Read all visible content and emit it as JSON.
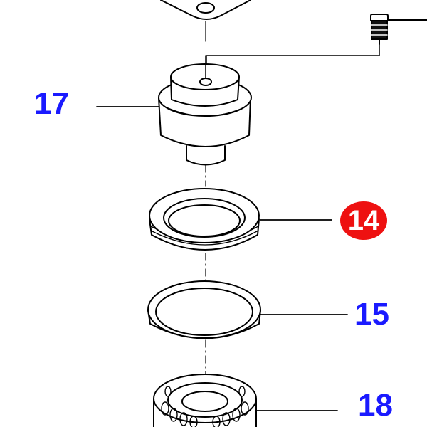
{
  "colors": {
    "callout_text": "#1a1aff",
    "highlight_badge": "#ee1111",
    "line_art": "#000000",
    "background": "#ffffff"
  },
  "callouts": [
    {
      "id": "part-17",
      "label": "17",
      "highlighted": false
    },
    {
      "id": "part-14",
      "label": "14",
      "highlighted": true
    },
    {
      "id": "part-15",
      "label": "15",
      "highlighted": false
    },
    {
      "id": "part-18",
      "label": "18",
      "highlighted": false
    }
  ]
}
